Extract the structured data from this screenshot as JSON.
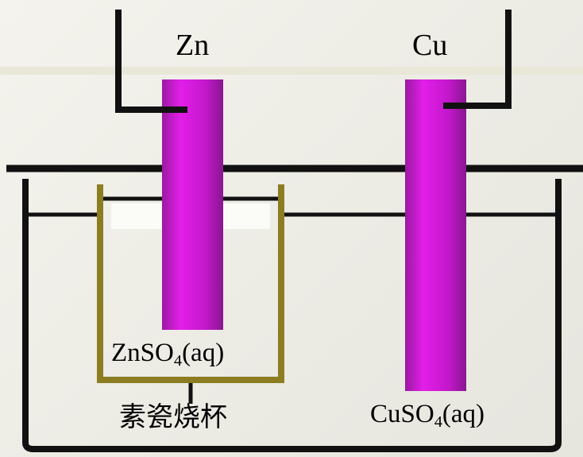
{
  "electrodes": {
    "zn": {
      "symbol": "Zn",
      "color": "#c018c8"
    },
    "cu": {
      "symbol": "Cu",
      "color": "#c018c8"
    }
  },
  "solutions": {
    "zn": {
      "formula": "ZnSO",
      "subscript": "4",
      "state": "(aq)"
    },
    "cu": {
      "formula": "CuSO",
      "subscript": "4",
      "state": "(aq)"
    }
  },
  "porous_cup": {
    "label": "素瓷烧杯",
    "color": "#8c7d22"
  },
  "wire_color": "#111111",
  "beaker_color": "#111111",
  "background_color": "#f1f0e9"
}
